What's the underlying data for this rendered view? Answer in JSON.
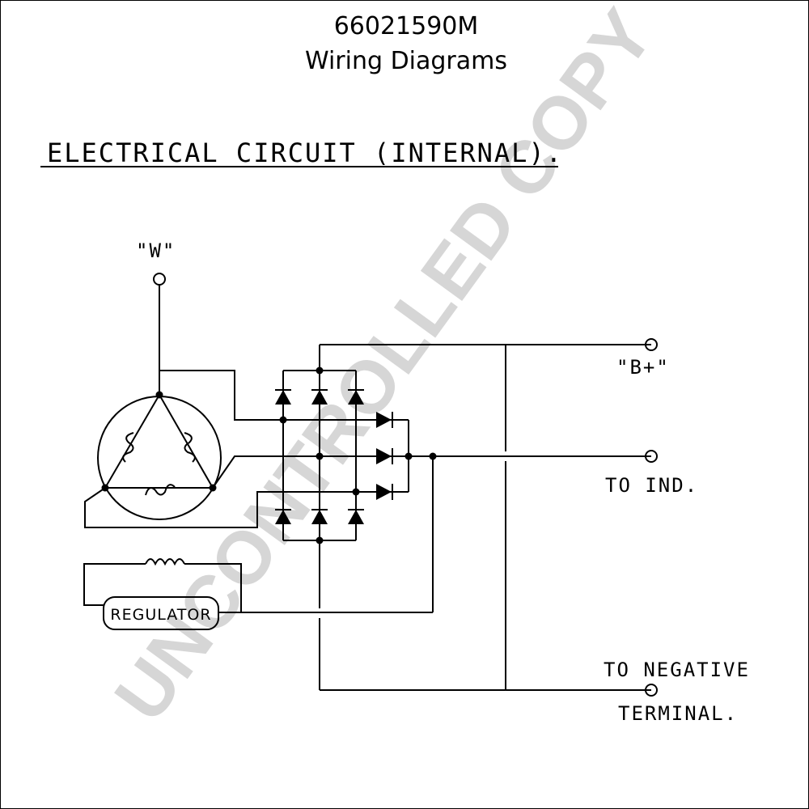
{
  "header": {
    "part_number": "66021590M",
    "title": "Wiring Diagrams"
  },
  "section_heading": "ELECTRICAL CIRCUIT (INTERNAL).",
  "watermark": "UNCONTROLLED COPY",
  "terminals": {
    "w": "\"W\"",
    "b_plus": "\"B+\"",
    "to_ind": "TO IND.",
    "to_negative_line1": "TO NEGATIVE",
    "to_negative_line2": "TERMINAL."
  },
  "regulator_label": "REGULATOR",
  "colors": {
    "ink": "#000000",
    "watermark": "#d6d6d6",
    "background": "#ffffff"
  }
}
